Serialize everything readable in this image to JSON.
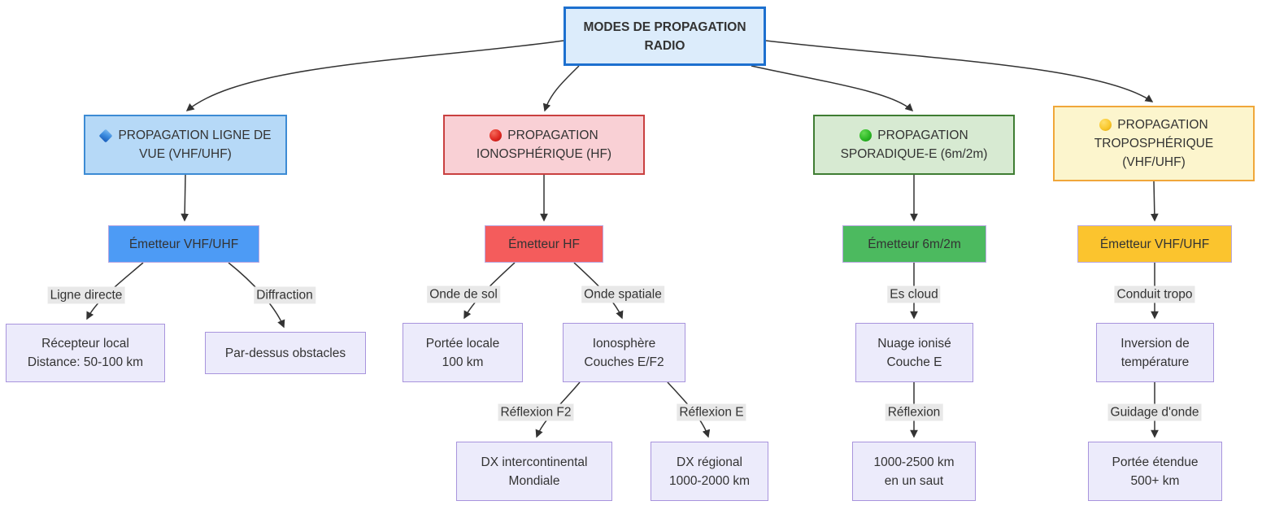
{
  "diagram_title": "MODES DE PROPAGATION RADIO",
  "colors": {
    "root_fill": "#dcecfb",
    "root_border": "#1d70cf",
    "los_fill": "#b6d9f7",
    "los_border": "#3c8bd4",
    "los_emitter": "#4d9bf5",
    "iono_fill": "#f9d0d5",
    "iono_border": "#c94040",
    "iono_emitter": "#f45c5c",
    "sporadic_fill": "#d7ead2",
    "sporadic_border": "#3f7d33",
    "sporadic_emitter": "#4cba5f",
    "tropo_fill": "#fcf5cd",
    "tropo_border": "#f0a73a",
    "tropo_emitter": "#fbc42e",
    "leaf_fill": "#ecebfb",
    "leaf_border": "#a894dd",
    "edge_label_bg": "#e8e8e8",
    "edge_stroke": "#333333",
    "text": "#333333"
  },
  "nodes": {
    "root": {
      "lines": [
        "MODES DE PROPAGATION",
        "RADIO"
      ]
    },
    "los": {
      "icon": "blue-diamond-icon",
      "lines": [
        "PROPAGATION LIGNE DE",
        "VUE (VHF/UHF)"
      ]
    },
    "iono": {
      "icon": "red-circle-icon",
      "lines": [
        "PROPAGATION",
        "IONOSPHÉRIQUE (HF)"
      ]
    },
    "sporadic": {
      "icon": "green-circle-icon",
      "lines": [
        "PROPAGATION",
        "SPORADIQUE-E (6m/2m)"
      ]
    },
    "tropo": {
      "icon": "yellow-circle-icon",
      "lines": [
        "PROPAGATION",
        "TROPOSPHÉRIQUE",
        "(VHF/UHF)"
      ]
    },
    "tx_los": {
      "lines": [
        "Émetteur VHF/UHF"
      ]
    },
    "tx_hf": {
      "lines": [
        "Émetteur HF"
      ]
    },
    "tx_6m2m": {
      "lines": [
        "Émetteur 6m/2m"
      ]
    },
    "tx_tropo": {
      "lines": [
        "Émetteur VHF/UHF"
      ]
    },
    "recepteur_local": {
      "lines": [
        "Récepteur local",
        "Distance: 50-100 km"
      ]
    },
    "par_dessus_obstacles": {
      "lines": [
        "Par-dessus obstacles"
      ]
    },
    "portee_locale": {
      "lines": [
        "Portée locale",
        "100 km"
      ]
    },
    "ionosphere": {
      "lines": [
        "Ionosphère",
        "Couches E/F2"
      ]
    },
    "dx_intercontinental": {
      "lines": [
        "DX intercontinental",
        "Mondiale"
      ]
    },
    "dx_regional": {
      "lines": [
        "DX régional",
        "1000-2000 km"
      ]
    },
    "nuage_ionise": {
      "lines": [
        "Nuage ionisé",
        "Couche E"
      ]
    },
    "saut": {
      "lines": [
        "1000-2500 km",
        "en un saut"
      ]
    },
    "inversion": {
      "lines": [
        "Inversion de",
        "température"
      ]
    },
    "portee_etendue": {
      "lines": [
        "Portée étendue",
        "500+ km"
      ]
    }
  },
  "edge_labels": {
    "ligne_directe": "Ligne directe",
    "diffraction": "Diffraction",
    "onde_de_sol": "Onde de sol",
    "onde_spatiale": "Onde spatiale",
    "reflexion_f2": "Réflexion F2",
    "reflexion_e": "Réflexion E",
    "es_cloud": "Es cloud",
    "reflexion": "Réflexion",
    "conduit_tropo": "Conduit tropo",
    "guidage_onde": "Guidage d'onde"
  }
}
